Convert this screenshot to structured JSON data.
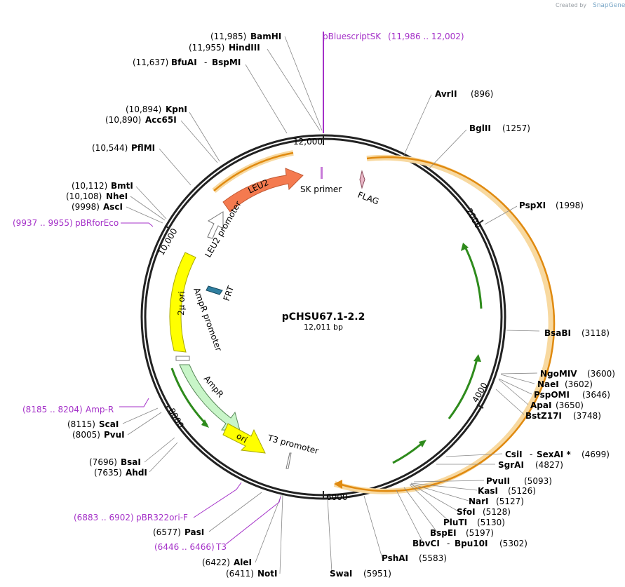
{
  "credit": {
    "text": "Created by",
    "brand": "SnapGene"
  },
  "map": {
    "name": "pCHSU67.1-2.2",
    "size": "12,011 bp"
  },
  "ticks": [
    "12,000",
    "2000",
    "4000",
    "6000",
    "8000",
    "10,000"
  ],
  "features": [
    {
      "label": "LEU2"
    },
    {
      "label": "LEU2 promoter"
    },
    {
      "label": "SK primer"
    },
    {
      "label": "FLAG"
    },
    {
      "label": "2μ ori"
    },
    {
      "label": "FRT"
    },
    {
      "label": "AmpR promoter"
    },
    {
      "label": "AmpR"
    },
    {
      "label": "ori"
    },
    {
      "label": "T3 promoter"
    }
  ],
  "enzymes": [
    {
      "pos": "(11,985)",
      "name": "BamHI"
    },
    {
      "pos": "(11,955)",
      "name": "HindIII"
    },
    {
      "pos": "(11,637)",
      "name": "BfuAI",
      "name2": "BspMI"
    },
    {
      "pos": "(10,894)",
      "name": "KpnI"
    },
    {
      "pos": "(10,890)",
      "name": "Acc65I"
    },
    {
      "pos": "(10,544)",
      "name": "PflMI"
    },
    {
      "pos": "(10,112)",
      "name": "BmtI"
    },
    {
      "pos": "(10,108)",
      "name": "NheI"
    },
    {
      "pos": "(9998)",
      "name": "AscI"
    },
    {
      "pos": "(8115)",
      "name": "ScaI"
    },
    {
      "pos": "(8005)",
      "name": "PvuI"
    },
    {
      "pos": "(7696)",
      "name": "BsaI"
    },
    {
      "pos": "(7635)",
      "name": "AhdI"
    },
    {
      "pos": "(6577)",
      "name": "PasI"
    },
    {
      "pos": "(6422)",
      "name": "AleI"
    },
    {
      "pos": "(6411)",
      "name": "NotI"
    },
    {
      "name": "AvrII",
      "pos": "(896)"
    },
    {
      "name": "BglII",
      "pos": "(1257)"
    },
    {
      "name": "PspXI",
      "pos": "(1998)"
    },
    {
      "name": "BsaBI",
      "pos": "(3118)"
    },
    {
      "name": "NgoMIV",
      "pos": "(3600)"
    },
    {
      "name": "NaeI",
      "pos": "(3602)"
    },
    {
      "name": "PspOMI",
      "pos": "(3646)"
    },
    {
      "name": "ApaI",
      "pos": "(3650)"
    },
    {
      "name": "BstZ17I",
      "pos": "(3748)"
    },
    {
      "name": "CsiI",
      "name2": "SexAI *",
      "pos": "(4699)"
    },
    {
      "name": "SgrAI",
      "pos": "(4827)"
    },
    {
      "name": "PvuII",
      "pos": "(5093)"
    },
    {
      "name": "KasI",
      "pos": "(5126)"
    },
    {
      "name": "NarI",
      "pos": "(5127)"
    },
    {
      "name": "SfoI",
      "pos": "(5128)"
    },
    {
      "name": "PluTI",
      "pos": "(5130)"
    },
    {
      "name": "BspEI",
      "pos": "(5197)"
    },
    {
      "name": "BbvCI",
      "name2": "Bpu10I",
      "pos": "(5302)"
    },
    {
      "name": "PshAI",
      "pos": "(5583)"
    },
    {
      "name": "SwaI",
      "pos": "(5951)"
    }
  ],
  "primers": [
    {
      "name": "pBluescriptSK",
      "range": "(11,986 .. 12,002)"
    },
    {
      "range": "(9937 .. 9955)",
      "name": "pBRforEco"
    },
    {
      "range": "(8185 .. 8204)",
      "name": "Amp-R"
    },
    {
      "range": "(6883 .. 6902)",
      "name": "pBR322ori-F"
    },
    {
      "range": "(6446 .. 6466)",
      "name": "T3"
    }
  ],
  "colors": {
    "leu2": "#f47a4f",
    "ori": "#ffff00",
    "ampr": "#c8f5c8",
    "orf_fill": "#f5a623",
    "orf_glow": "#f8d9a0",
    "green_arrow": "#2e8b1c",
    "primer": "#a430c8",
    "frt": "#2f7fa0"
  }
}
